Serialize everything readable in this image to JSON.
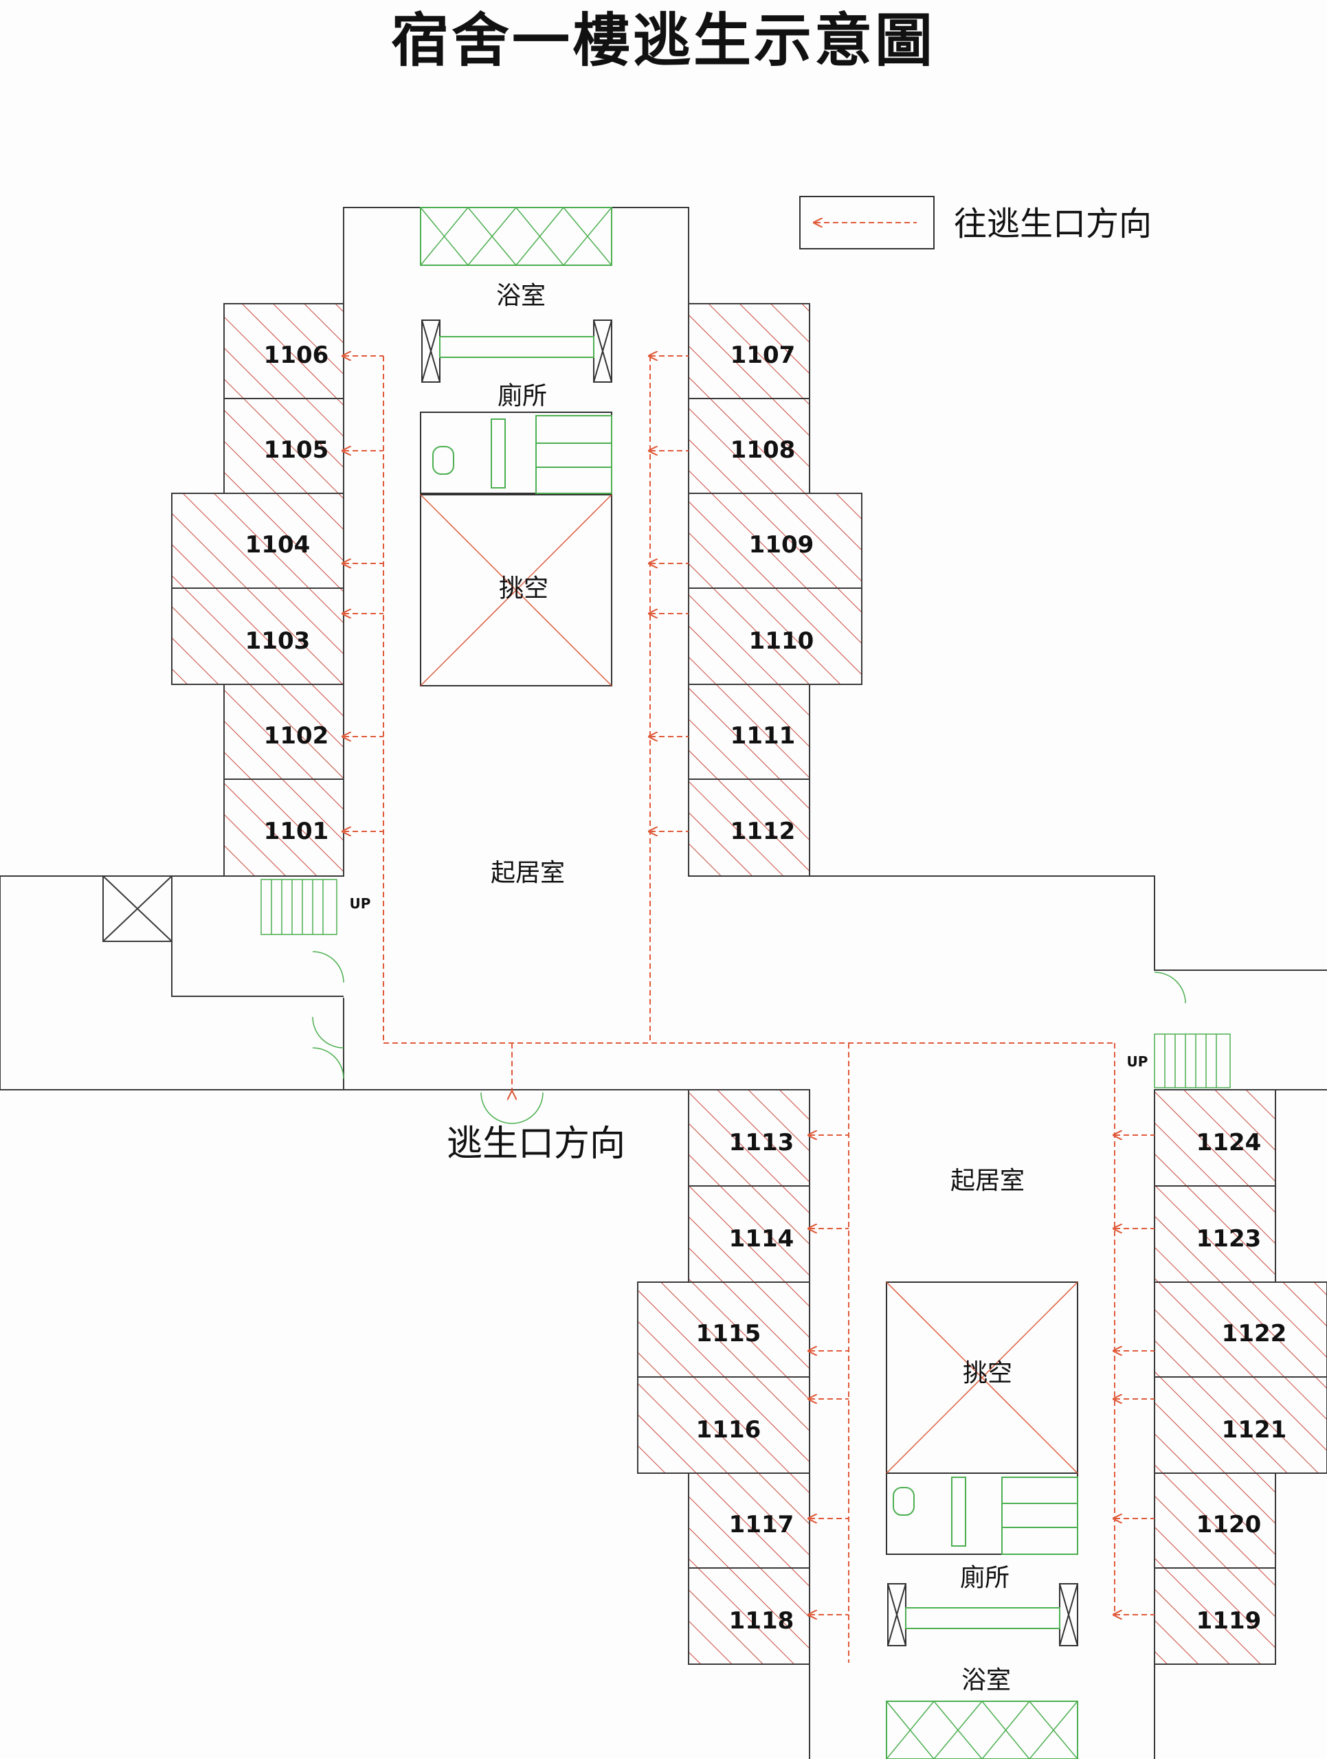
{
  "title": "宿舍一樓逃生示意圖",
  "legend": {
    "text": "往逃生口方向"
  },
  "exit_label": "逃生口方向",
  "areas": {
    "north_bath": "浴室",
    "north_toilet": "廁所",
    "north_void": "挑空",
    "north_lounge": "起居室",
    "south_lounge": "起居室",
    "south_void": "挑空",
    "south_toilet": "廁所",
    "south_bath": "浴室"
  },
  "stairs": {
    "west_up": "UP",
    "east_up": "UP"
  },
  "rooms": {
    "r1101": "1101",
    "r1102": "1102",
    "r1103": "1103",
    "r1104": "1104",
    "r1105": "1105",
    "r1106": "1106",
    "r1107": "1107",
    "r1108": "1108",
    "r1109": "1109",
    "r1110": "1110",
    "r1111": "1111",
    "r1112": "1112",
    "r1113": "1113",
    "r1114": "1114",
    "r1115": "1115",
    "r1116": "1116",
    "r1117": "1117",
    "r1118": "1118",
    "r1119": "1119",
    "r1120": "1120",
    "r1121": "1121",
    "r1122": "1122",
    "r1123": "1123",
    "r1124": "1124"
  },
  "colors": {
    "wall": "#3a3a3a",
    "hatch": "#c8463a",
    "route": "#e05a3a",
    "fixture": "#4caf50"
  }
}
